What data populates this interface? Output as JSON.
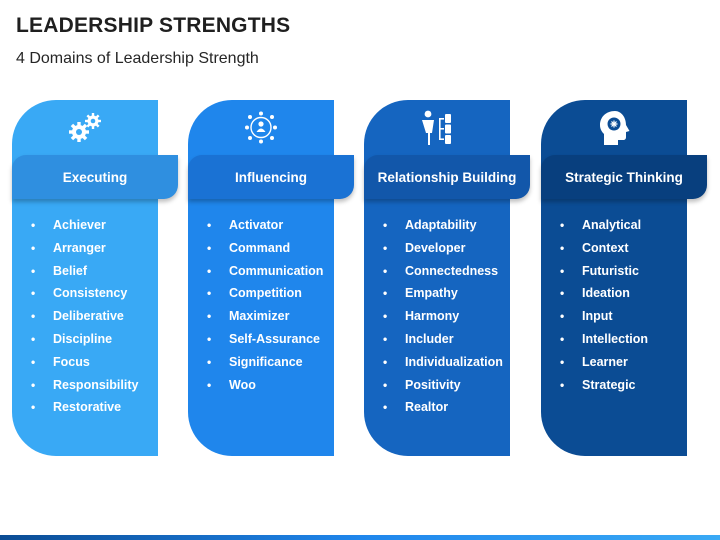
{
  "title": "LEADERSHIP STRENGTHS",
  "subtitle": "4 Domains of Leadership Strength",
  "columns": [
    {
      "header": "Executing",
      "icon": "gears-icon",
      "items": [
        "Achiever",
        "Arranger",
        "Belief",
        "Consistency",
        "Deliberative",
        "Discipline",
        "Focus",
        "Responsibility",
        "Restorative"
      ]
    },
    {
      "header": "Influencing",
      "icon": "network-people-icon",
      "items": [
        "Activator",
        "Command",
        "Communication",
        "Competition",
        "Maximizer",
        "Self-Assurance",
        "Significance",
        "Woo"
      ]
    },
    {
      "header": "Relationship Building",
      "icon": "person-hierarchy-icon",
      "items": [
        "Adaptability",
        "Developer",
        "Connectedness",
        "Empathy",
        "Harmony",
        "Includer",
        "Individualization",
        "Positivity",
        "Realtor"
      ]
    },
    {
      "header": "Strategic Thinking",
      "icon": "head-brain-icon",
      "items": [
        "Analytical",
        "Context",
        "Futuristic",
        "Ideation",
        "Input",
        "Intellection",
        "Learner",
        "Strategic"
      ]
    }
  ],
  "colors": {
    "executing": "#39a9f5",
    "influencing": "#1f86ec",
    "relationship_building": "#1565c0",
    "strategic_thinking": "#0b4c94"
  }
}
